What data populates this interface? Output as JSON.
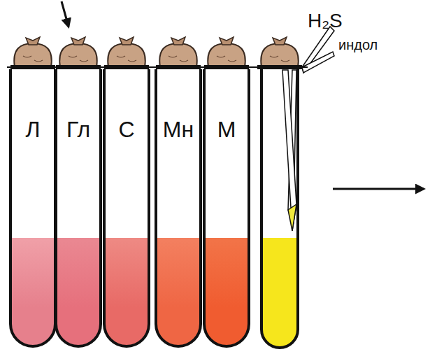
{
  "diagram": {
    "nodes": [
      {
        "text": [
          "Л"
        ]
      },
      {
        "text": [
          "Гл"
        ]
      },
      {
        "text": [
          "С"
        ]
      },
      {
        "text": [
          "Мн"
        ]
      },
      {
        "text": [
          "М"
        ]
      }
    ],
    "labels": [
      "H₂S",
      "индол"
    ]
  }
}
